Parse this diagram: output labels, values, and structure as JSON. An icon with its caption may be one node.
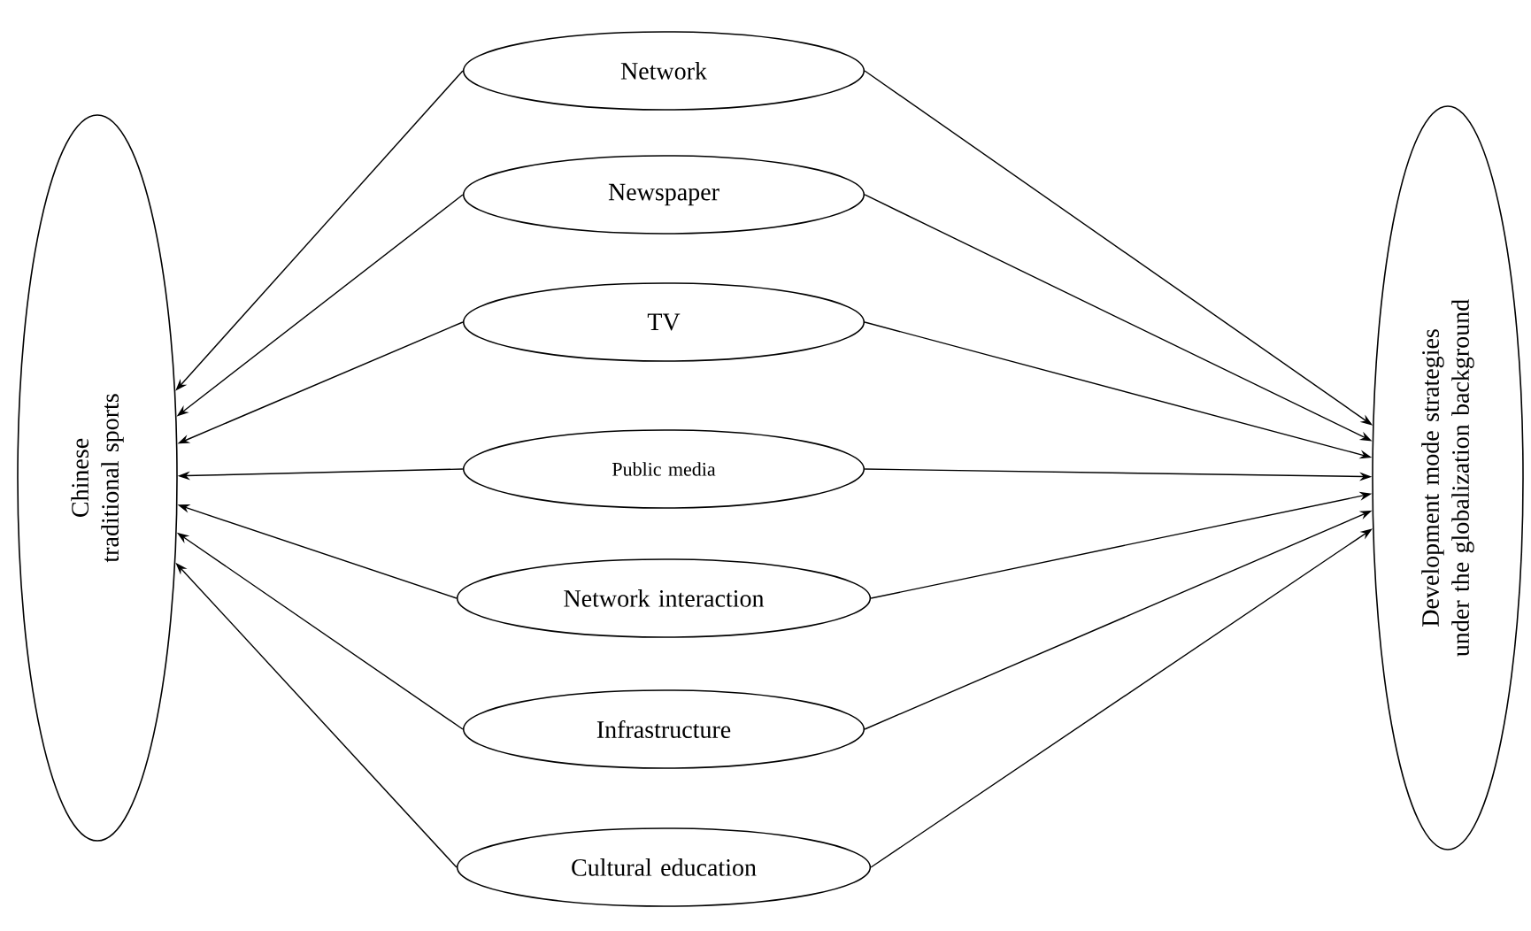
{
  "diagram": {
    "nodes": [
      {
        "text": [
          "Chinese traditional sports"
        ]
      },
      {
        "text": [
          "Network"
        ]
      },
      {
        "text": [
          "Newspaper"
        ]
      },
      {
        "text": [
          "TV"
        ]
      },
      {
        "text": [
          "Public media"
        ]
      },
      {
        "text": [
          "Network interaction"
        ]
      },
      {
        "text": [
          "Infrastructure"
        ]
      },
      {
        "text": [
          "Cultural education"
        ]
      },
      {
        "text": [
          "Development mode strategies under the globalization background"
        ]
      }
    ],
    "edges": [
      {
        "from": 1,
        "to": 0,
        "arrow": "to"
      },
      {
        "from": 2,
        "to": 0,
        "arrow": "to"
      },
      {
        "from": 3,
        "to": 0,
        "arrow": "to"
      },
      {
        "from": 4,
        "to": 0,
        "arrow": "to"
      },
      {
        "from": 5,
        "to": 0,
        "arrow": "to"
      },
      {
        "from": 6,
        "to": 0,
        "arrow": "to"
      },
      {
        "from": 7,
        "to": 0,
        "arrow": "to"
      },
      {
        "from": 1,
        "to": 8,
        "arrow": "to"
      },
      {
        "from": 2,
        "to": 8,
        "arrow": "to"
      },
      {
        "from": 3,
        "to": 8,
        "arrow": "to"
      },
      {
        "from": 4,
        "to": 8,
        "arrow": "to"
      },
      {
        "from": 5,
        "to": 8,
        "arrow": "to"
      },
      {
        "from": 6,
        "to": 8,
        "arrow": "to"
      },
      {
        "from": 7,
        "to": 8,
        "arrow": "to"
      }
    ]
  }
}
